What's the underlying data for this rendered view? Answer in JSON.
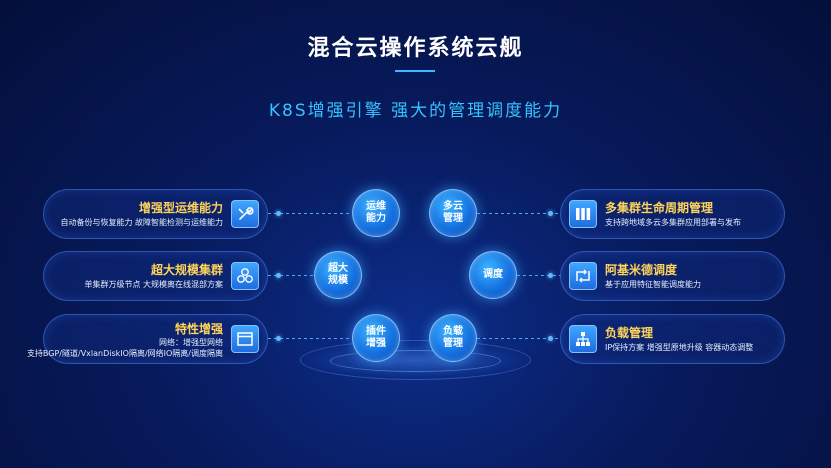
{
  "header": {
    "title": "混合云操作系统云舰",
    "subtitle": "K8S增强引擎 强大的管理调度能力"
  },
  "hub_nodes": [
    {
      "id": "ops",
      "line1": "运维",
      "line2": "能力"
    },
    {
      "id": "multicloud",
      "line1": "多云",
      "line2": "管理"
    },
    {
      "id": "scale",
      "line1": "超大",
      "line2": "规模"
    },
    {
      "id": "schedule",
      "line1": "调度",
      "line2": ""
    },
    {
      "id": "plugin",
      "line1": "插件",
      "line2": "增强"
    },
    {
      "id": "load",
      "line1": "负载",
      "line2": "管理"
    }
  ],
  "left_cards": [
    {
      "title": "增强型运维能力",
      "desc1": "自动备份与恢复能力 故障智能检测与运维能力",
      "desc2": "",
      "icon": "wrench-icon"
    },
    {
      "title": "超大规模集群",
      "desc1": "单集群万级节点 大规模离在线混部方案",
      "desc2": "",
      "icon": "hexagon-cluster-icon"
    },
    {
      "title": "特性增强",
      "desc1": "网络：增强型网络",
      "desc2": "支持BGP/隧道/VxlanDiskIO隔离/网络IO隔离/调度隔离",
      "icon": "window-icon"
    }
  ],
  "right_cards": [
    {
      "title": "多集群生命周期管理",
      "desc1": "支持跨地域多云多集群应用部署与发布",
      "icon": "columns-icon"
    },
    {
      "title": "阿基米德调度",
      "desc1": "基于应用特征智能调度能力",
      "icon": "arrows-icon"
    },
    {
      "title": "负载管理",
      "desc1": "IP保持方案  增强型原地升级  容器动态调整",
      "icon": "hierarchy-icon"
    }
  ],
  "colors": {
    "accent": "#35c3ff",
    "card_title": "#ffd35a",
    "background": "#071a5c"
  }
}
